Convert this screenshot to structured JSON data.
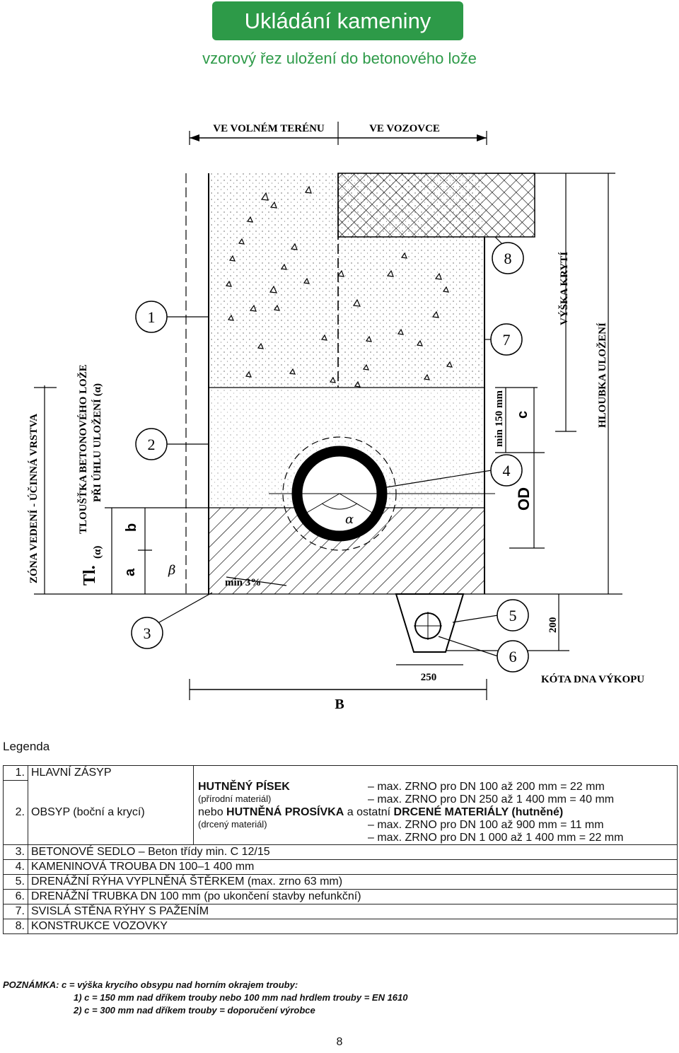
{
  "header": {
    "title": "Ukládání kameniny",
    "subtitle": "vzorový řez uložení do betonového lože"
  },
  "diagram": {
    "top_left_label": "VE VOLNÉM TERÉNU",
    "top_right_label": "VE VOZOVCE",
    "label_zone": "ZÓNA VEDENÍ - ÚČINNÁ VRSTVA",
    "label_thickness_line1": "TLOUŠŤKA BETONOVÉHO LOŽE",
    "label_thickness_line2": "PŘI ÚHLU ULOŽENÍ (α)",
    "label_tl": "Tl.",
    "label_tl_alpha": "(α)",
    "label_a": "a",
    "label_b": "b",
    "label_beta": "β",
    "label_alpha": "α",
    "label_slope": "min 3%",
    "label_min150": "min 150 mm",
    "label_c": "c",
    "label_od": "OD",
    "label_cover_height": "VÝŠKA KRYTÍ",
    "label_burial_depth": "HLOUBKA ULOŽENÍ",
    "label_200": "200",
    "label_250": "250",
    "label_B": "B",
    "label_trench_bottom": "KÓTA DNA VÝKOPU",
    "callouts": [
      "1",
      "2",
      "3",
      "4",
      "5",
      "6",
      "7",
      "8"
    ]
  },
  "legend": {
    "title": "Legenda",
    "row1": {
      "no": "1.",
      "text": "HLAVNÍ ZÁSYP"
    },
    "row2": {
      "no": "2.",
      "text": "OBSYP (boční a krycí)",
      "sand": "HUTNĚNÝ PÍSEK",
      "sand_sub": "(přírodní materiál)",
      "sand_max1": "– max. ZRNO pro DN 100 až 200 mm = 22 mm",
      "sand_max2": "– max. ZRNO pro DN 250 až 1 400 mm = 40 mm",
      "or_prefix": "nebo ",
      "gravel": "HUTNĚNÁ PROSÍVKA",
      "or_mid": " a ostatní ",
      "crushed": "DRCENÉ MATERIÁLY (hutněné)",
      "crushed_sub": "(drcený materiál)",
      "crushed_max1": "– max. ZRNO pro DN 100 až 900 mm = 11 mm",
      "crushed_max2": "– max. ZRNO pro DN 1 000 až 1 400 mm = 22 mm"
    },
    "row3": {
      "no": "3.",
      "text": "BETONOVÉ SEDLO – Beton třídy min. C 12/15"
    },
    "row4": {
      "no": "4.",
      "text": "KAMENINOVÁ TROUBA DN 100–1 400 mm"
    },
    "row5": {
      "no": "5.",
      "text": "DRENÁŽNÍ RÝHA VYPLNĚNÁ ŠTĚRKEM (max. zrno 63 mm)"
    },
    "row6": {
      "no": "6.",
      "text": "DRENÁŽNÍ TRUBKA DN 100 mm (po ukončení stavby nefunkční)"
    },
    "row7": {
      "no": "7.",
      "text": "SVISLÁ STĚNA RÝHY S PAŽENÍM"
    },
    "row8": {
      "no": "8.",
      "text": "KONSTRUKCE VOZOVKY"
    }
  },
  "note": {
    "line1": "POZNÁMKA: c = výška krycího obsypu nad horním okrajem trouby:",
    "line2": "1) c = 150 mm nad dříkem trouby nebo 100 mm nad hrdlem trouby = EN 1610",
    "line3": "2) c = 300 mm nad dříkem trouby = doporučení výrobce"
  },
  "page_number": "8"
}
